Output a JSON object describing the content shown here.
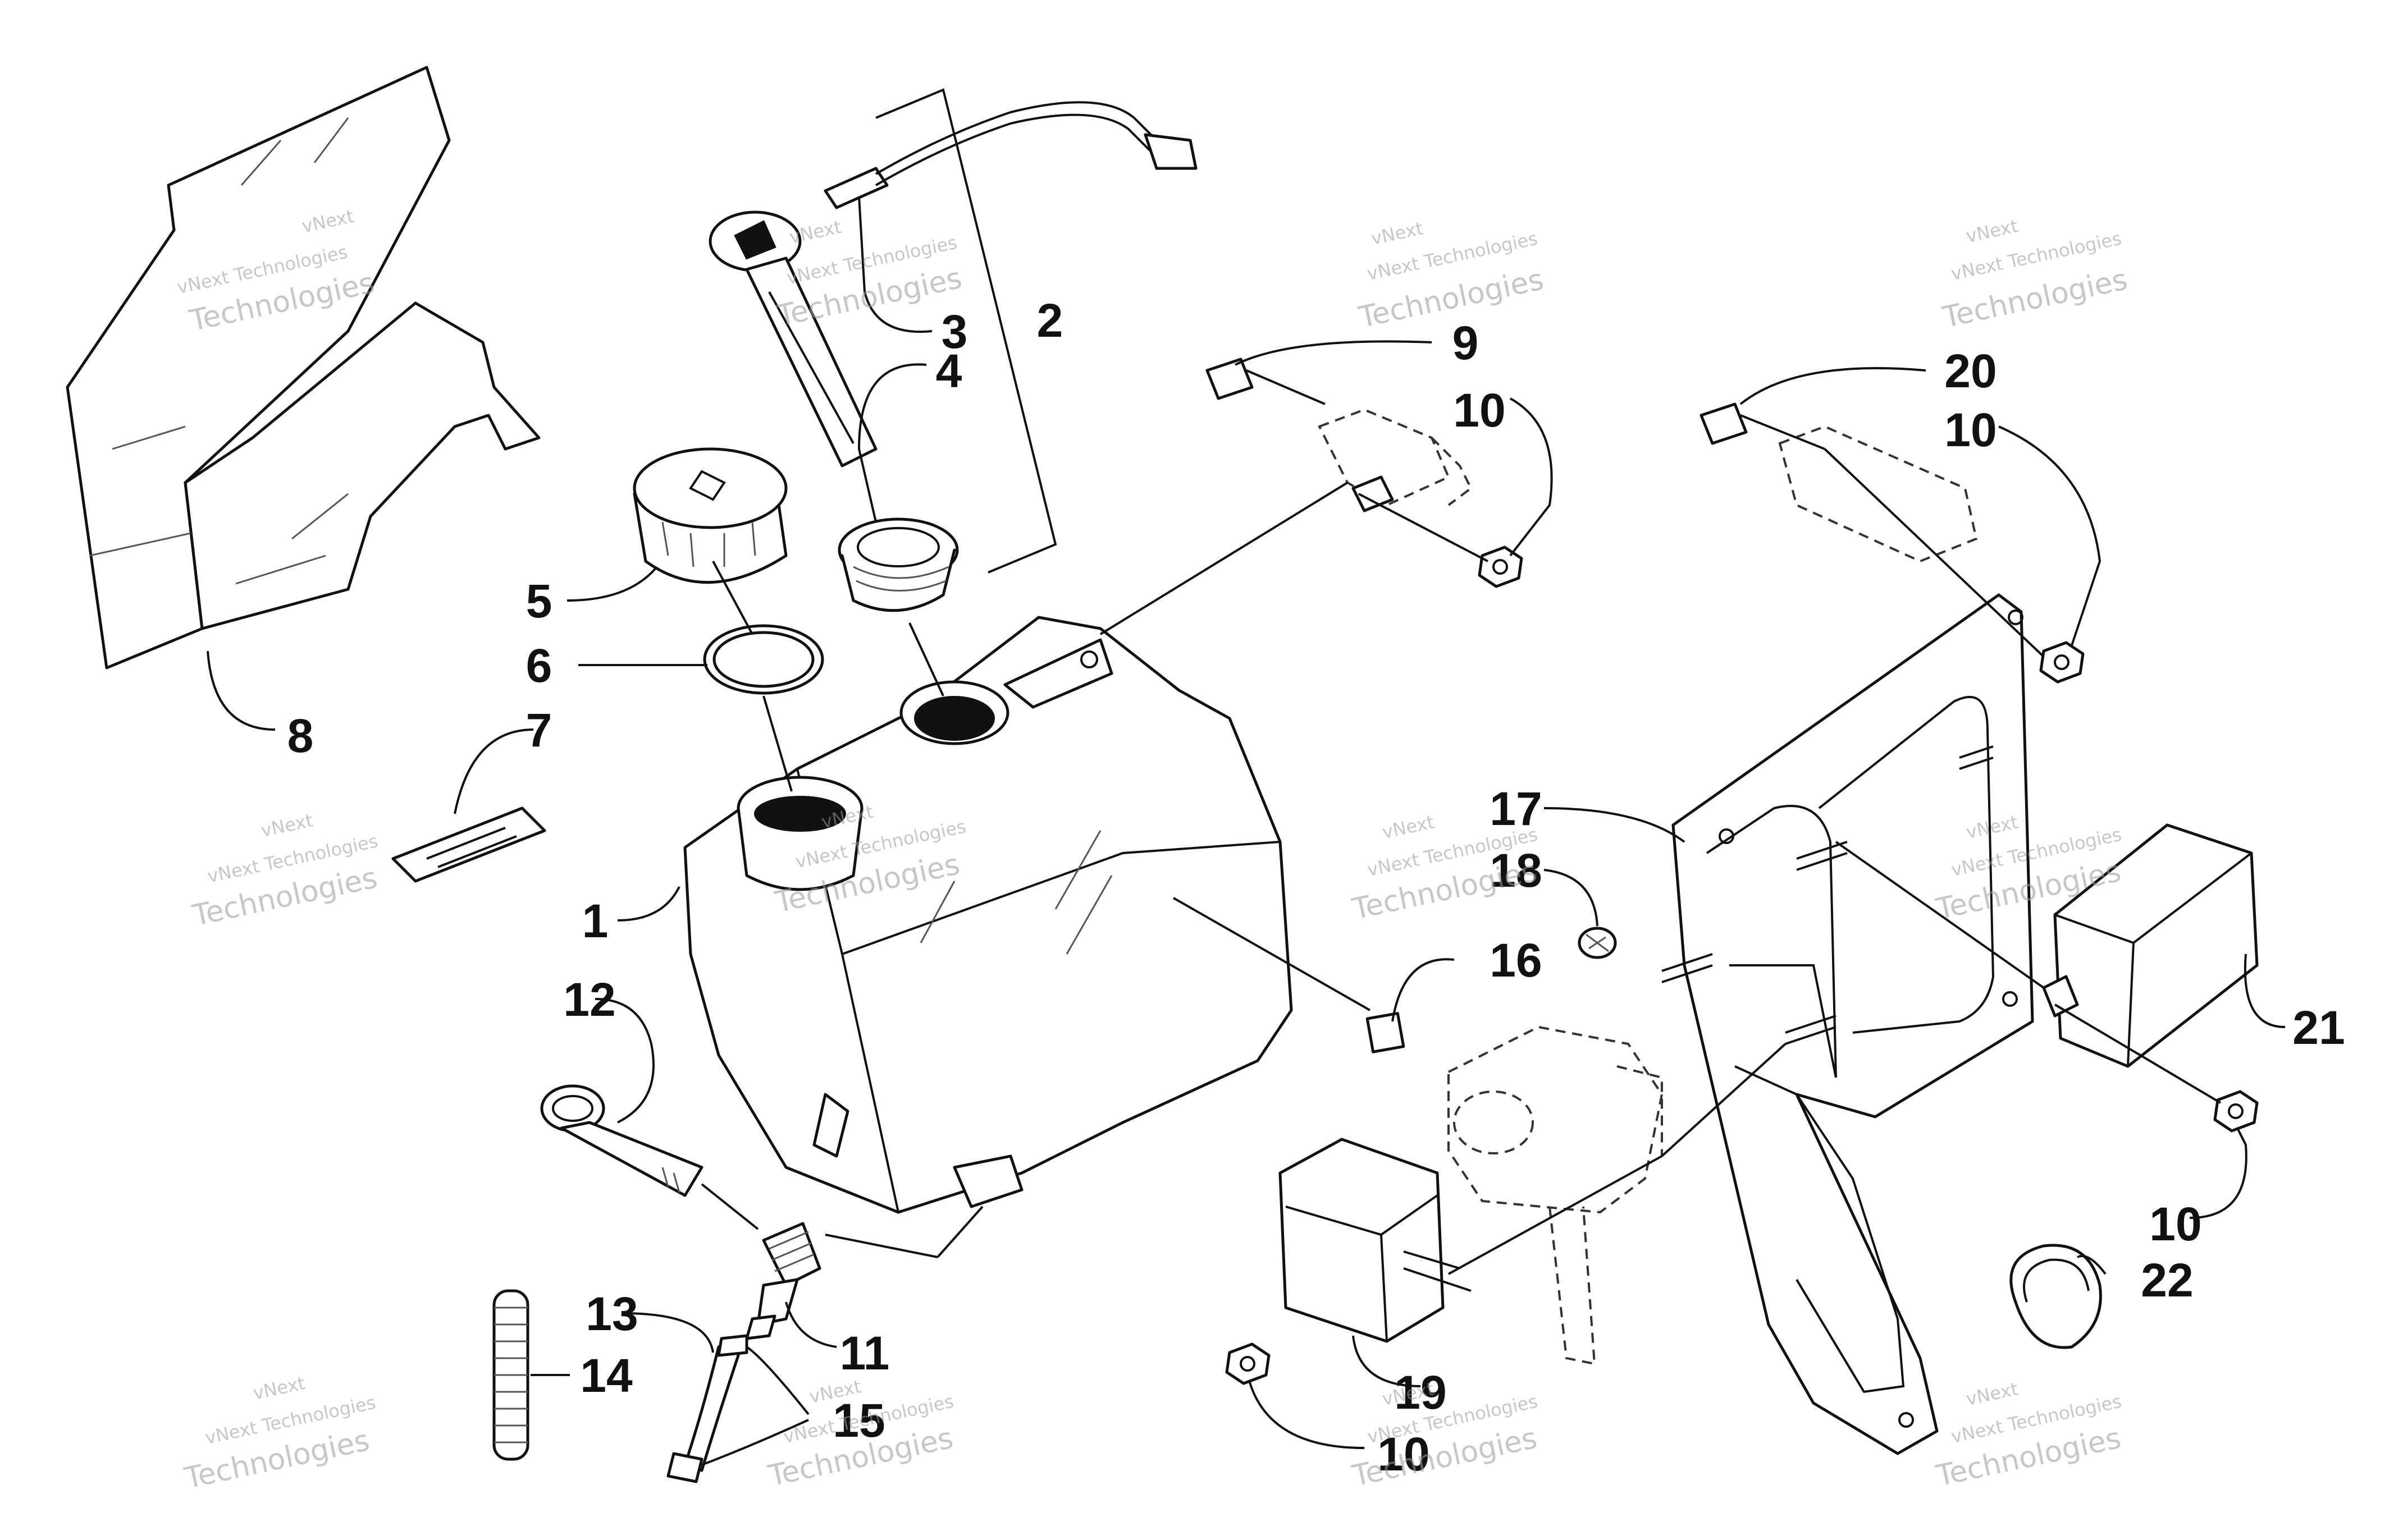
{
  "watermark": {
    "line1": "vNext Technologies",
    "line2": "vNext",
    "line3": "Technologies"
  },
  "callouts": [
    {
      "id": "1",
      "label": "1"
    },
    {
      "id": "2",
      "label": "2"
    },
    {
      "id": "3",
      "label": "3"
    },
    {
      "id": "4",
      "label": "4"
    },
    {
      "id": "5",
      "label": "5"
    },
    {
      "id": "6",
      "label": "6"
    },
    {
      "id": "7",
      "label": "7"
    },
    {
      "id": "8",
      "label": "8"
    },
    {
      "id": "9",
      "label": "9"
    },
    {
      "id": "10",
      "label": "10"
    },
    {
      "id": "11",
      "label": "11"
    },
    {
      "id": "12",
      "label": "12"
    },
    {
      "id": "13",
      "label": "13"
    },
    {
      "id": "14",
      "label": "14"
    },
    {
      "id": "15",
      "label": "15"
    },
    {
      "id": "16",
      "label": "16"
    },
    {
      "id": "17",
      "label": "17"
    },
    {
      "id": "18",
      "label": "18"
    },
    {
      "id": "19",
      "label": "19"
    },
    {
      "id": "20",
      "label": "20"
    },
    {
      "id": "21",
      "label": "21"
    },
    {
      "id": "22",
      "label": "22"
    }
  ],
  "colors": {
    "ink": "#111111",
    "paper": "#ffffff",
    "watermark": "#9a9a9a"
  }
}
